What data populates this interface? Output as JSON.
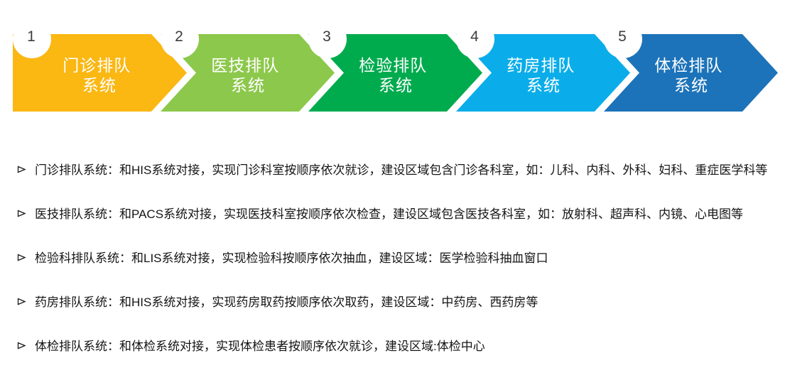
{
  "banner": {
    "steps": [
      {
        "number": "1",
        "lines": [
          "门诊排队",
          "系统"
        ],
        "color": "#FBB712"
      },
      {
        "number": "2",
        "lines": [
          "医技排队",
          "系统"
        ],
        "color": "#8CC84B"
      },
      {
        "number": "3",
        "lines": [
          "检验排队",
          "系统"
        ],
        "color": "#00AB4E"
      },
      {
        "number": "4",
        "lines": [
          "药房排队",
          "系统"
        ],
        "color": "#0AADE9"
      },
      {
        "number": "5",
        "lines": [
          "体检排队",
          "系统"
        ],
        "color": "#1C73B9"
      }
    ],
    "number_color": "#3c3c3c",
    "label_color": "#ffffff"
  },
  "bullets": {
    "items": [
      {
        "text": "门诊排队系统：和HIS系统对接，实现门诊科室按顺序依次就诊，建设区域包含门诊各科室，如：儿科、内科、外科、妇科、重症医学科等"
      },
      {
        "text": "医技排队系统：和PACS系统对接，实现医技科室按顺序依次检查，建设区域包含医技各科室，如：放射科、超声科、内镜、心电图等"
      },
      {
        "text": "检验科排队系统：和LIS系统对接，实现检验科按顺序依次抽血，建设区域：医学检验科抽血窗口"
      },
      {
        "text": "药房排队系统：和HIS系统对接，实现药房取药按顺序依次取药，建设区域：中药房、西药房等"
      },
      {
        "text": "体检排队系统：和体检系统对接，实现体检患者按顺序依次就诊，建设区域:体检中心"
      }
    ]
  }
}
